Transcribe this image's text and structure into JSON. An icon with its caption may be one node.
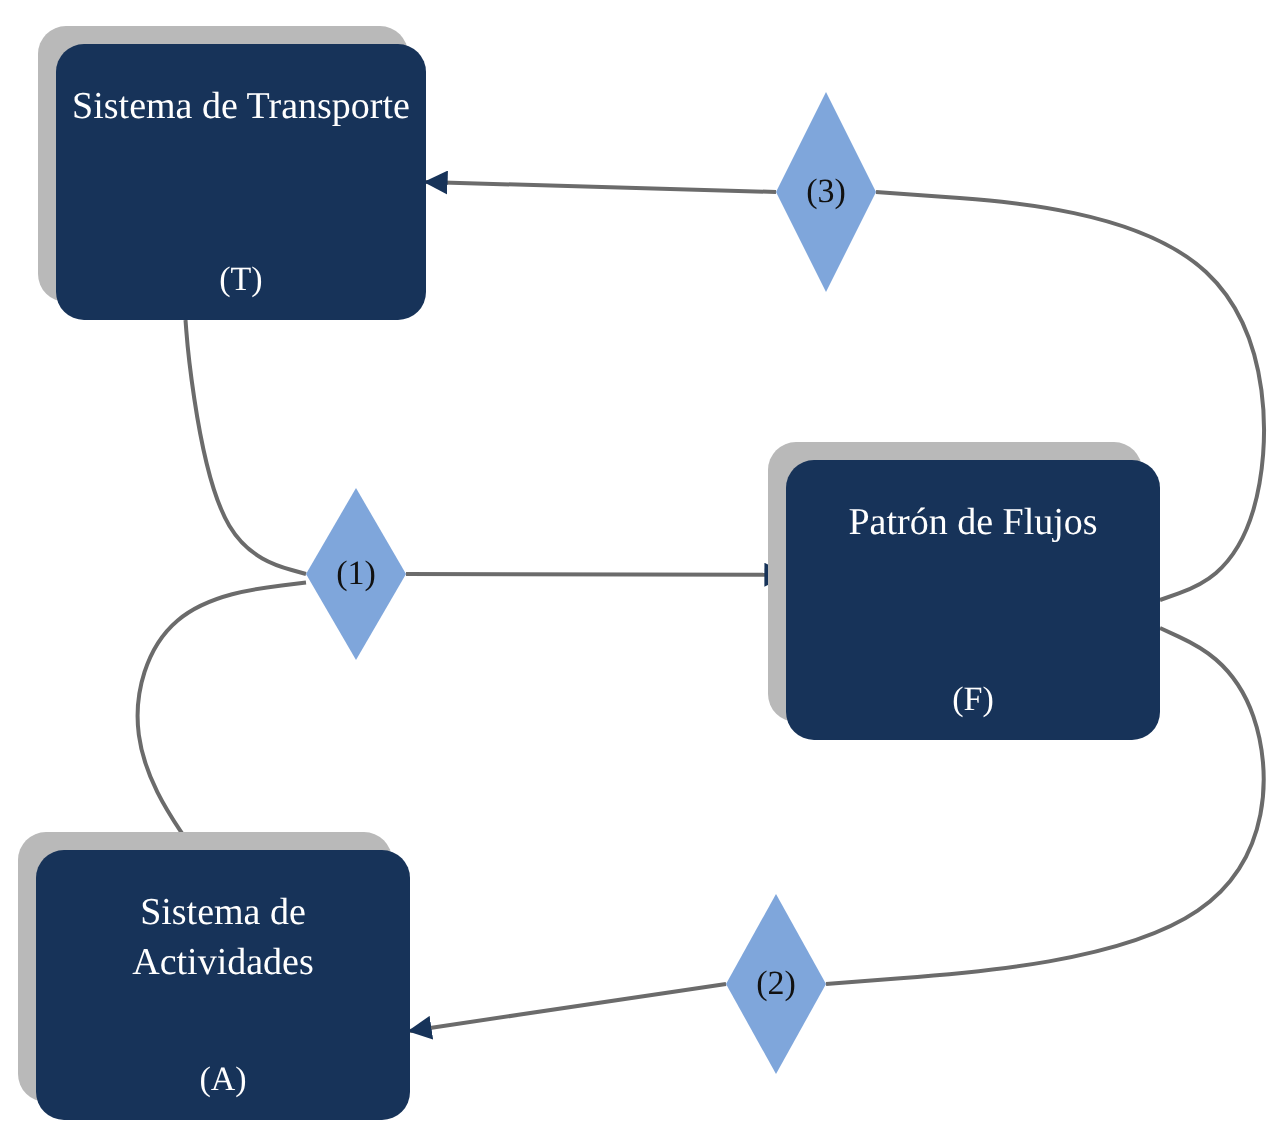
{
  "diagram": {
    "nodes": [
      {
        "text": [
          "Sistema de Transporte",
          "(T)"
        ]
      },
      {
        "text": [
          "(3)"
        ]
      },
      {
        "text": [
          "(1)"
        ]
      },
      {
        "text": [
          "Patrón de Flujos",
          "(F)"
        ]
      },
      {
        "text": [
          "Sistema de Actividades",
          "(A)"
        ]
      },
      {
        "text": [
          "(2)"
        ]
      }
    ],
    "edges": [
      {
        "from": 0,
        "to": 2,
        "arrow": "none"
      },
      {
        "from": 4,
        "to": 2,
        "arrow": "none"
      },
      {
        "from": 2,
        "to": 3,
        "arrow": "to"
      },
      {
        "from": 3,
        "to": 1,
        "arrow": "none"
      },
      {
        "from": 1,
        "to": 0,
        "arrow": "to"
      },
      {
        "from": 3,
        "to": 5,
        "arrow": "none"
      },
      {
        "from": 5,
        "to": 4,
        "arrow": "to"
      }
    ]
  }
}
